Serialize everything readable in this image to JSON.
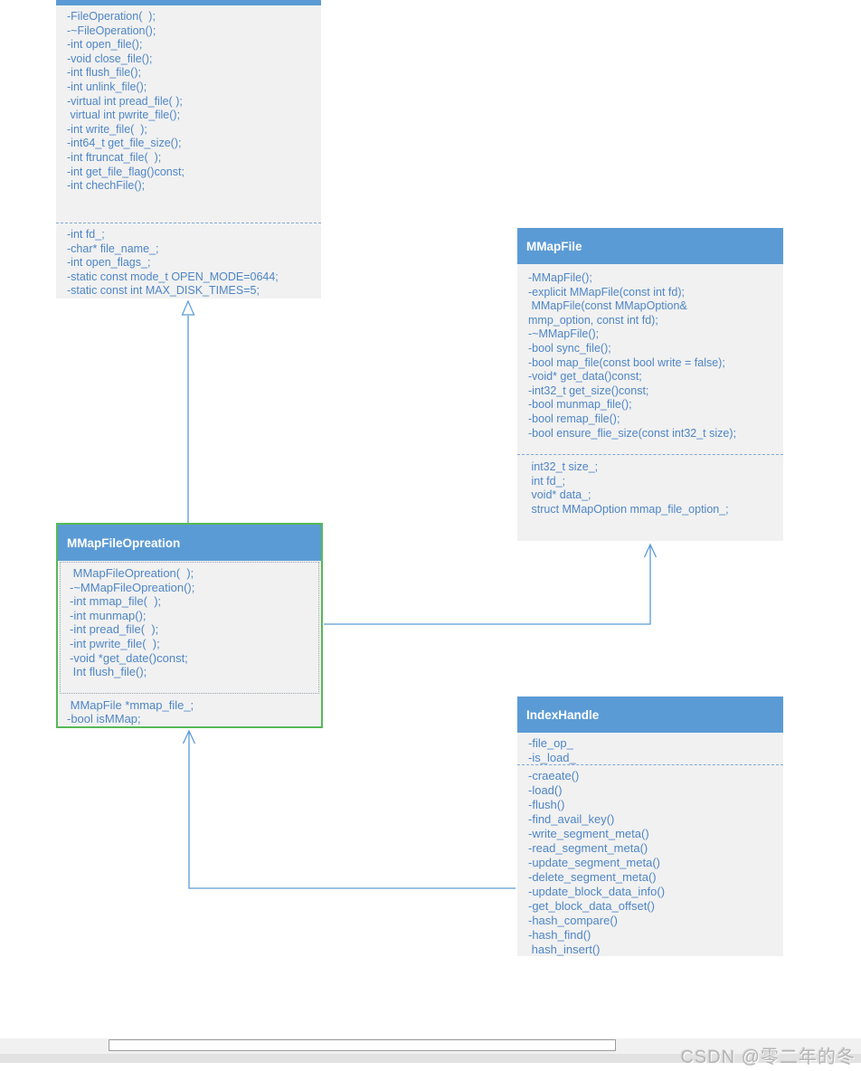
{
  "watermark": "CSDN @零二年的冬",
  "colors": {
    "header_blue": "#5b9bd5",
    "body_gray": "#f1f1f1",
    "text_blue": "#4f86c6",
    "selection_green": "#56b957",
    "connector_blue": "#5b9bd5"
  },
  "classes": {
    "file_operation": {
      "title": "",
      "methods": [
        "-FileOperation(  );",
        "-~FileOperation();",
        "-int open_file();",
        "-void close_file();",
        "-int flush_file();",
        "-int unlink_file();",
        "-virtual int pread_file( );",
        " virtual int pwrite_file();",
        "-int write_file(  );",
        "-int64_t get_file_size();",
        "-int ftruncat_file(  );",
        "-int get_file_flag()const;",
        "-int chechFile();"
      ],
      "fields": [
        "-int fd_;",
        "-char* file_name_;",
        "-int open_flags_;",
        "-static const mode_t OPEN_MODE=0644;",
        "-static const int MAX_DISK_TIMES=5;"
      ]
    },
    "mmap_file": {
      "title": "MMapFile",
      "methods": [
        "-MMapFile();",
        "-explicit MMapFile(const int fd);",
        " MMapFile(const MMapOption&\nmmp_option, const int fd);",
        "-~MMapFile();",
        "-bool sync_file();",
        "-bool map_file(const bool write = false);",
        "-void* get_data()const;",
        "-int32_t get_size()const;",
        "-bool munmap_file();",
        "-bool remap_file();",
        "-bool ensure_flie_size(const int32_t size);"
      ],
      "fields": [
        " int32_t size_;",
        " int fd_;",
        " void* data_;",
        " struct MMapOption mmap_file_option_;"
      ]
    },
    "mmap_file_operation": {
      "title": "MMapFileOpreation",
      "methods": [
        " MMapFileOpreation(  );",
        "-~MMapFileOpreation();",
        "-int mmap_file(  );",
        "-int munmap();",
        "-int pread_file(  );",
        "-int pwrite_file(  );",
        "-void *get_date()const;",
        " Int flush_file();"
      ],
      "fields": [
        " MMapFile *mmap_file_;",
        "-bool isMMap;"
      ]
    },
    "index_handle": {
      "title": "IndexHandle",
      "fields": [
        "-file_op_",
        "-is_load_"
      ],
      "methods": [
        "-craeate()",
        "-load()",
        "-flush()",
        "-find_avail_key()",
        "-write_segment_meta()",
        "-read_segment_meta()",
        "-update_segment_meta()",
        "-delete_segment_meta()",
        "-update_block_data_info()",
        "-get_block_data_offset()",
        "-hash_compare()",
        "-hash_find()",
        " hash_insert()"
      ]
    }
  },
  "relations": [
    {
      "from": "MMapFileOpreation",
      "to": "FileOperation",
      "type": "generalization"
    },
    {
      "from": "MMapFileOpreation",
      "to": "MMapFile",
      "type": "association"
    },
    {
      "from": "IndexHandle",
      "to": "MMapFileOpreation",
      "type": "association"
    }
  ]
}
